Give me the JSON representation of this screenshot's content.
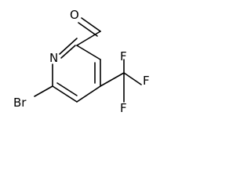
{
  "molecule": {
    "atoms": [
      {
        "id": "O",
        "label": "O"
      },
      {
        "id": "N",
        "label": "N"
      },
      {
        "id": "Br",
        "label": "Br"
      },
      {
        "id": "F_top",
        "label": "F"
      },
      {
        "id": "F_right",
        "label": "F"
      },
      {
        "id": "F_bottom",
        "label": "F"
      }
    ]
  }
}
